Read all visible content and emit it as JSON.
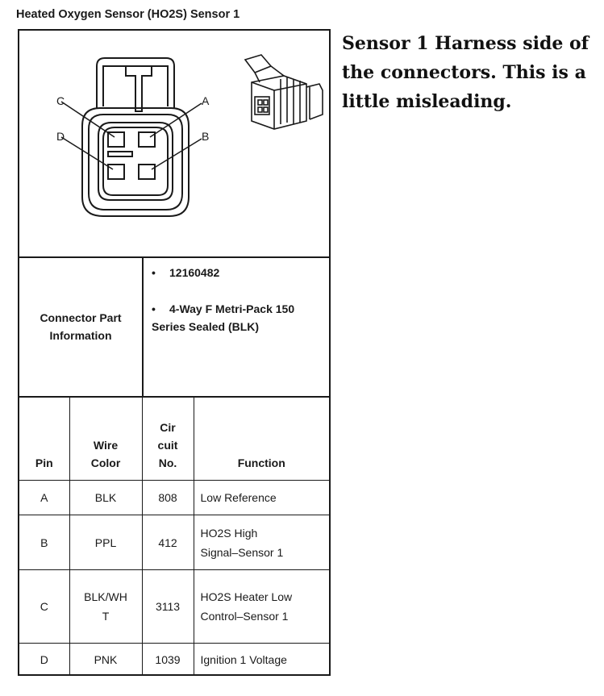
{
  "title": "Heated Oxygen Sensor (HO2S) Sensor 1",
  "note": "Sensor 1 Harness side of the connectors. This is a little misleading.",
  "diagram": {
    "labels": {
      "a": "A",
      "b": "B",
      "c": "C",
      "d": "D"
    }
  },
  "connector_part": {
    "label": "Connector Part Information",
    "items": [
      "12160482",
      "4-Way F Metri-Pack 150 Series Sealed (BLK)"
    ]
  },
  "pin_table": {
    "headers": {
      "pin": "Pin",
      "wire_color": "Wire Color",
      "circuit_no": "Cir cuit No.",
      "function": "Function"
    },
    "rows": [
      {
        "pin": "A",
        "wire_color": "BLK",
        "circuit_no": "808",
        "function": "Low Reference"
      },
      {
        "pin": "B",
        "wire_color": "PPL",
        "circuit_no": "412",
        "function": "HO2S High Signal–Sensor 1"
      },
      {
        "pin": "C",
        "wire_color": "BLK/WHT",
        "circuit_no": "3113",
        "function": "HO2S Heater Low Control–Sensor 1"
      },
      {
        "pin": "D",
        "wire_color": "PNK",
        "circuit_no": "1039",
        "function": "Ignition 1 Voltage"
      }
    ]
  }
}
